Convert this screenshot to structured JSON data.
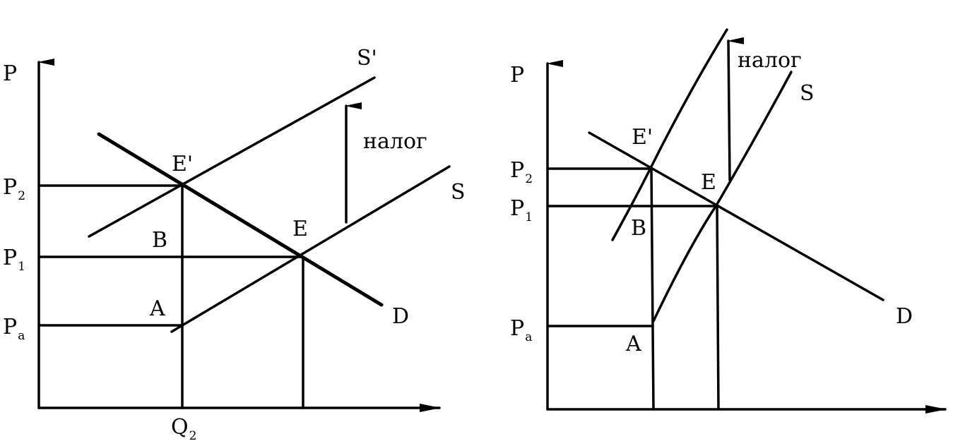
{
  "left": {
    "axis_p": "P",
    "s_prime": "S'",
    "tax": "налог",
    "e_prime": "E'",
    "s": "S",
    "p2": "P",
    "p2_sub": "2",
    "p1": "P",
    "p1_sub": "1",
    "pa": "P",
    "pa_sub": "a",
    "b": "B",
    "e": "E",
    "a": "A",
    "d": "D",
    "q2": "Q",
    "q2_sub": "2"
  },
  "right": {
    "axis_p": "P",
    "tax": "налог",
    "s": "S",
    "e_prime": "E'",
    "p2": "P",
    "p2_sub": "2",
    "e": "E",
    "p1": "P",
    "p1_sub": "1",
    "b": "B",
    "pa": "P",
    "pa_sub": "a",
    "a": "A",
    "d": "D"
  }
}
